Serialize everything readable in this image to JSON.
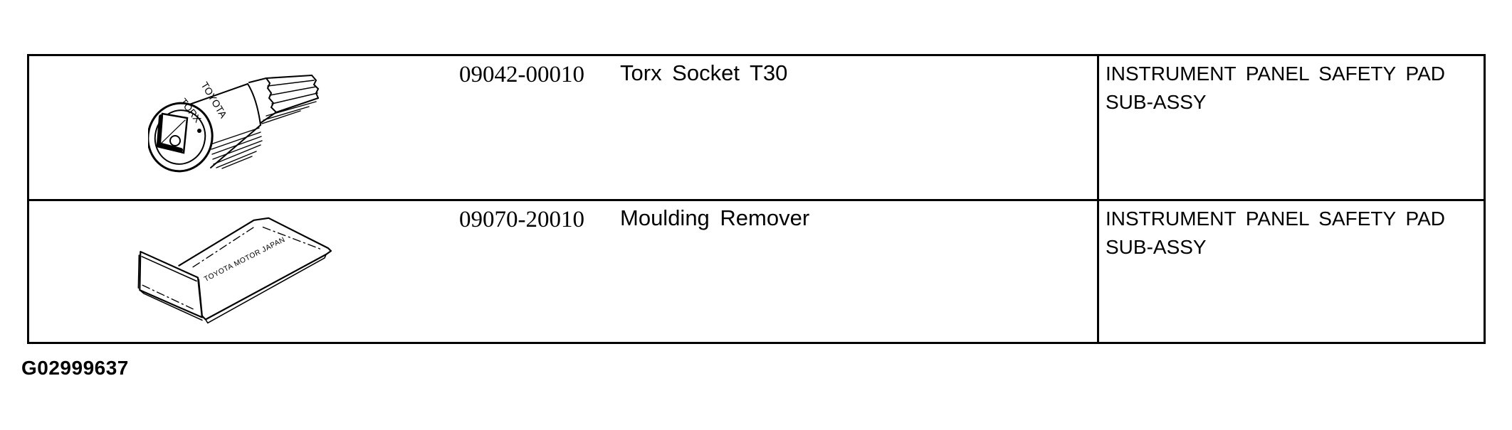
{
  "figure_id": "G02999637",
  "colors": {
    "line": "#000000",
    "background": "#ffffff",
    "table_border": "#000000"
  },
  "table": {
    "rows": [
      {
        "illustration": "torx-socket",
        "part_number": "09042-00010",
        "tool_name": "Torx Socket T30",
        "application": "INSTRUMENT PANEL SAFETY PAD SUB-ASSY"
      },
      {
        "illustration": "moulding-remover",
        "part_number": "09070-20010",
        "tool_name": "Moulding Remover",
        "application": "INSTRUMENT PANEL SAFETY PAD SUB-ASSY"
      }
    ]
  },
  "illustrations": {
    "torx_socket": {
      "engraving_line1": "TOYOTA",
      "engraving_line2": "TORX"
    },
    "moulding_remover": {
      "engraving": "TOYOTA MOTOR JAPAN"
    }
  }
}
